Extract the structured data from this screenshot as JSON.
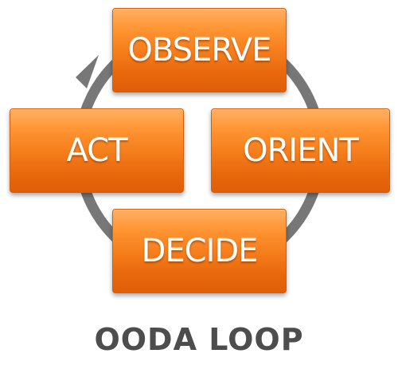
{
  "nodes": {
    "observe": "OBSERVE",
    "orient": "ORIENT",
    "decide": "DECIDE",
    "act": "ACT"
  },
  "caption": "OODA LOOP",
  "colors": {
    "box_fill": "#f57d1b",
    "box_border": "#d45f0c",
    "loop_arrow": "#777777",
    "caption_text": "#4d4d4d"
  }
}
